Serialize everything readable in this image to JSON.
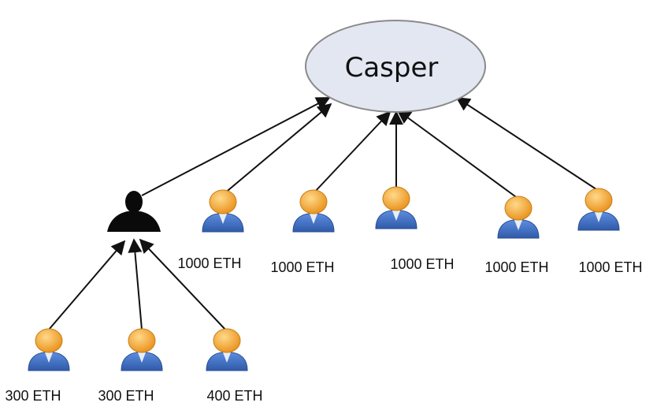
{
  "root": {
    "label": "Casper"
  },
  "pool": {
    "name": ""
  },
  "validators": [
    {
      "label": "1000 ETH"
    },
    {
      "label": "1000 ETH"
    },
    {
      "label": "1000 ETH"
    },
    {
      "label": "1000 ETH"
    },
    {
      "label": "1000 ETH"
    }
  ],
  "delegators": [
    {
      "label": "300 ETH"
    },
    {
      "label": "300 ETH"
    },
    {
      "label": "400 ETH"
    }
  ],
  "colors": {
    "ellipse_fill": "#e3e7f1",
    "ellipse_stroke": "#8a8a8a",
    "arrow": "#111111",
    "head": "#f2a124",
    "body": "#3f6fc4",
    "pool_silhouette": "#0a0a0a"
  }
}
